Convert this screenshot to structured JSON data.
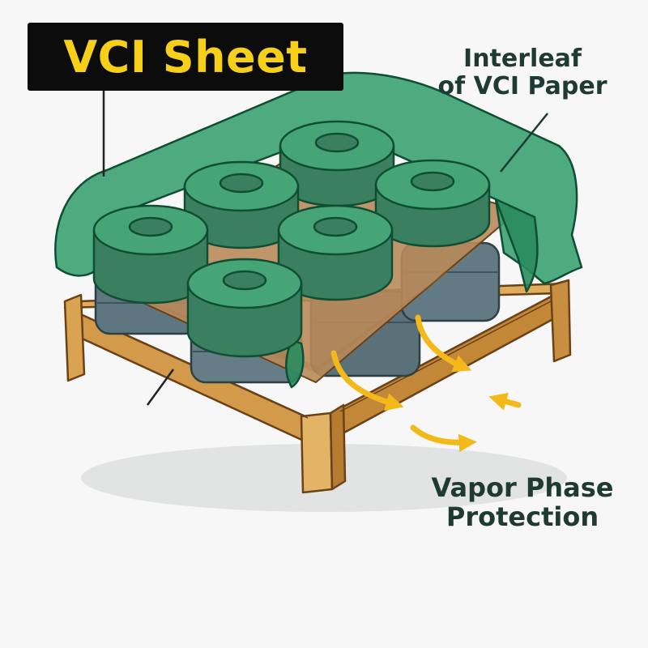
{
  "labels": {
    "sheet_title": "VCI Sheet",
    "interleaf_line1": "Interleaf",
    "interleaf_line2": "of VCI Paper",
    "vapor_line1": "Vapor Phase",
    "vapor_line2": "Protection"
  },
  "colors": {
    "title_background": "#0c0c0c",
    "title_text": "#f6cf19",
    "vci_sheet": "#2f9d6a",
    "interleaf_paper": "#b9895a",
    "pallet_wood": "#d29a4a",
    "steel_coil": "#5e7680",
    "arrows": "#f3b91b",
    "label_text": "#1e3a32"
  },
  "icons": {
    "vapor_arrows": "curved-arrow-icon"
  }
}
